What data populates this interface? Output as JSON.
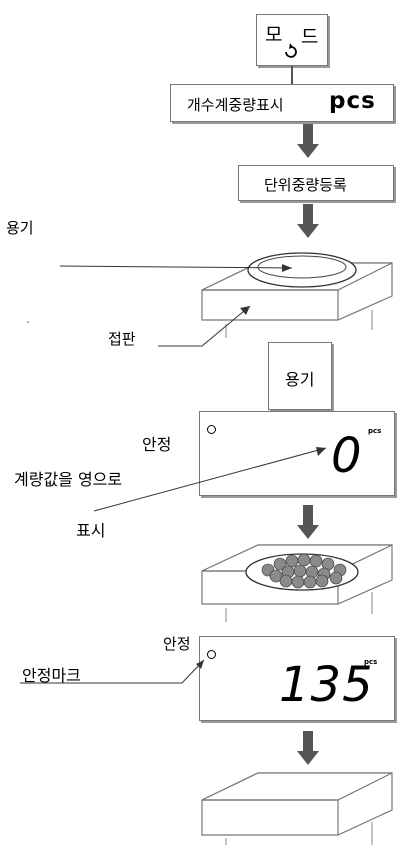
{
  "mode_key": {
    "left": "모",
    "right": "드",
    "icon": "rotate-arrow-icon"
  },
  "step1": {
    "label": "개수계중량표시",
    "unit": "pcs"
  },
  "step2": {
    "label": "단위중량등록"
  },
  "container_label": "용기",
  "pan_label": "접판",
  "container_key": {
    "label": "용기"
  },
  "display1": {
    "stable_label": "안정",
    "zero_note": "계량값을 영으로",
    "show_note": "표시",
    "value": "0",
    "unit": "pcs"
  },
  "display2": {
    "stable_label": "안정",
    "stable_mark_label": "안정마크",
    "value": "135",
    "unit": "pcs"
  },
  "colors": {
    "arrow": "#555555",
    "border": "#777777",
    "balls": "#8a8a8a"
  }
}
